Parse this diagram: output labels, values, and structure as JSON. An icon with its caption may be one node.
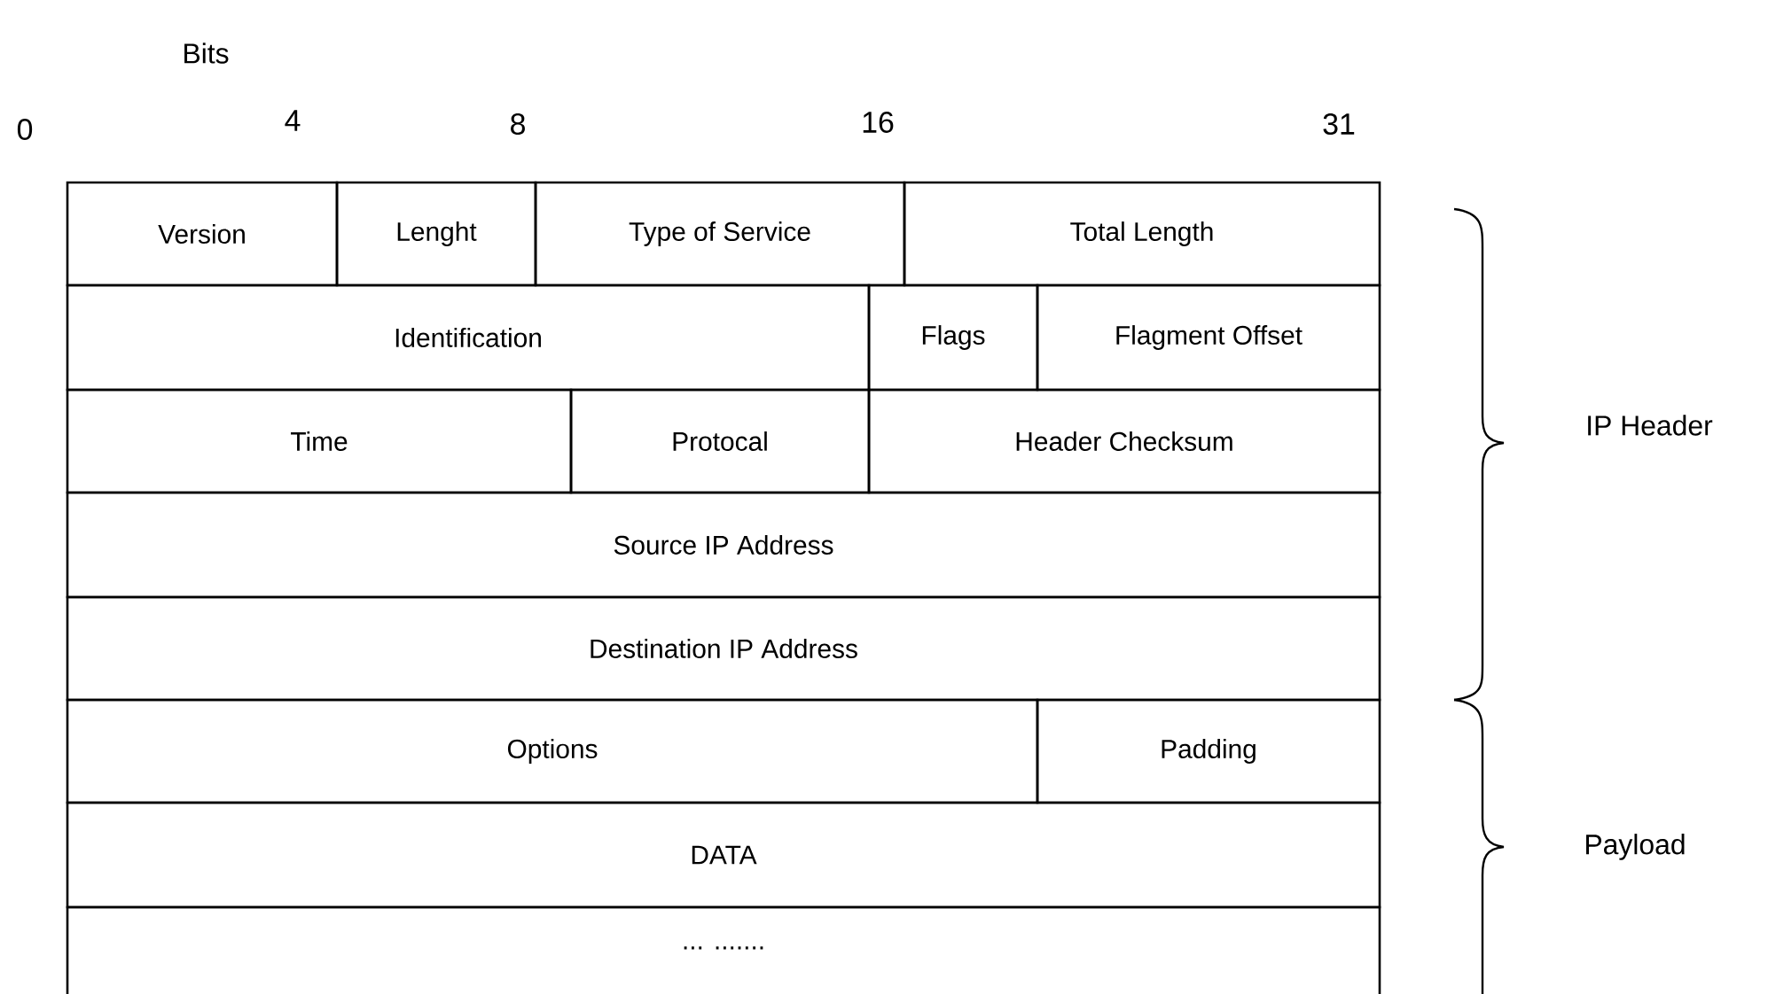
{
  "diagram": {
    "nodes": [
      {
        "text": [
          "Version"
        ]
      },
      {
        "text": [
          "Lenght"
        ]
      },
      {
        "text": [
          "Type of Service"
        ]
      },
      {
        "text": [
          "Total Length"
        ]
      },
      {
        "text": [
          "Identification"
        ]
      },
      {
        "text": [
          "Flags"
        ]
      },
      {
        "text": [
          "Flagment Offset"
        ]
      },
      {
        "text": [
          "Time"
        ]
      },
      {
        "text": [
          "Protocal"
        ]
      },
      {
        "text": [
          "Header Checksum"
        ]
      },
      {
        "text": [
          "Source IP Address"
        ]
      },
      {
        "text": [
          "Destination IP Address"
        ]
      },
      {
        "text": [
          "Options"
        ]
      },
      {
        "text": [
          "Padding"
        ]
      },
      {
        "text": [
          "DATA"
        ]
      },
      {
        "text": [
          "... ......."
        ]
      }
    ],
    "labels": [
      "Bits",
      "0",
      "4",
      "8",
      "16",
      "31",
      "IP Header",
      "Payload"
    ]
  }
}
